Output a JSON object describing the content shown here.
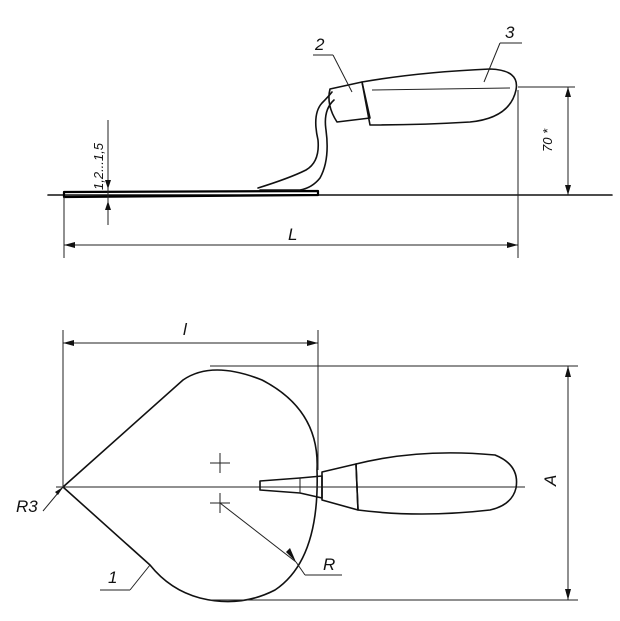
{
  "labels": {
    "part_2": "2",
    "part_3": "3",
    "part_1": "1",
    "thickness": "1,2...1,5",
    "height": "70 *",
    "length": "L",
    "blade_length": "l",
    "width": "A",
    "radius": "R",
    "tip_radius": "R3"
  },
  "colors": {
    "line": "#111111",
    "background": "#ffffff"
  }
}
